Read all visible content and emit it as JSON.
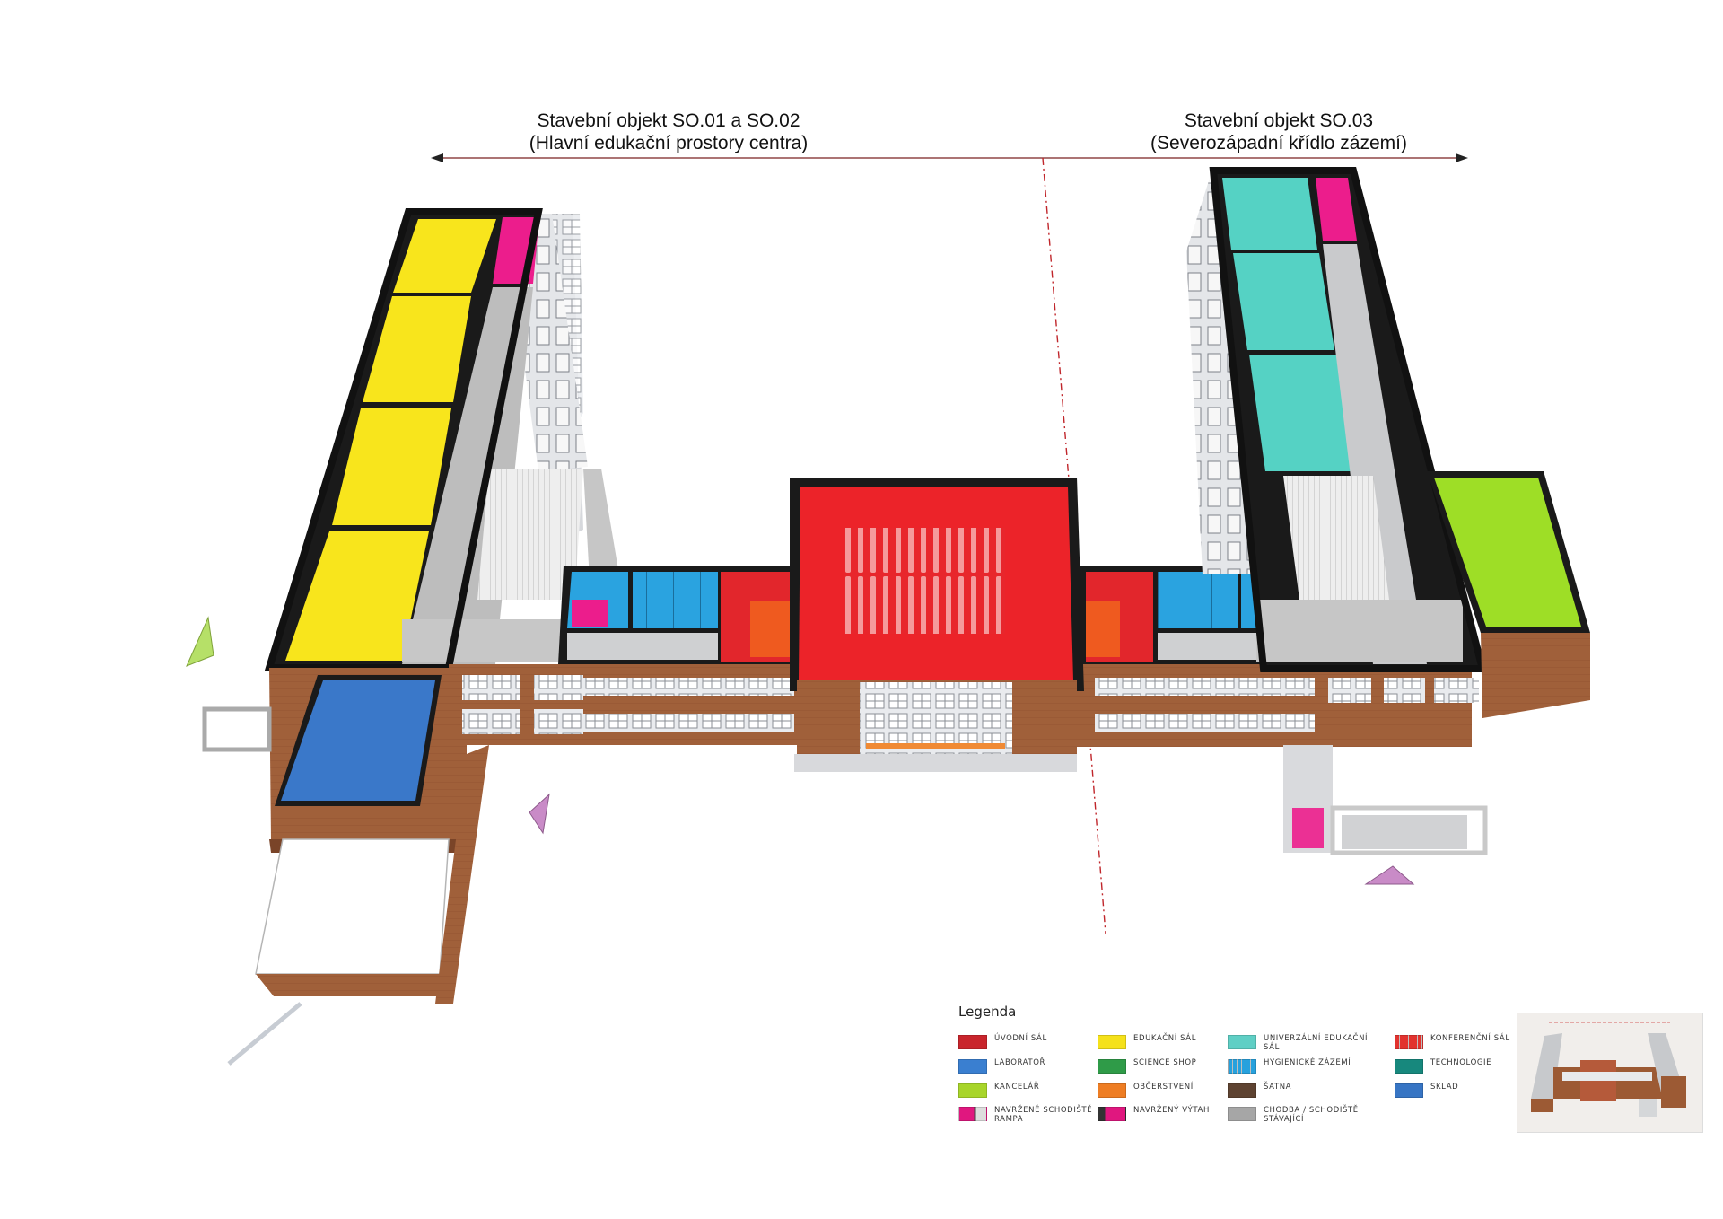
{
  "headers": {
    "left": {
      "line1": "Stavební objekt SO.01 a SO.02",
      "line2": "(Hlavní edukační prostory centra)"
    },
    "right": {
      "line1": "Stavební objekt SO.03",
      "line2": "(Severozápadní křídlo zázemí)"
    }
  },
  "colors": {
    "uvodni_sal": "#e3242b",
    "edukacni_sal": "#fbe920",
    "univerzalni_sal": "#4fd1c0",
    "konferencni_sal": "#e2332f",
    "laborator": "#3d7fd1",
    "science_shop": "#2c9e45",
    "hygienicke_zazemi": "#2aa3e0",
    "technologie": "#148a7e",
    "kancelar": "#a9dc27",
    "obcerstveni": "#f07d22",
    "satna": "#6b4b33",
    "sklad": "#3a78c9",
    "schodiste_rampa": "#e8158c",
    "vytah": "#e8158c",
    "chodba": "#b7b7b7",
    "brick": "#9c5a34",
    "wall": "#1a1a1a"
  },
  "legend": {
    "title": "Legenda",
    "items": [
      {
        "label": "ÚVODNÍ SÁL",
        "color": "#c9252c",
        "icon": "solid-swatch"
      },
      {
        "label": "EDUKAČNÍ SÁL",
        "color": "#f5e11a",
        "icon": "solid-swatch"
      },
      {
        "label": "UNIVERZÁLNÍ EDUKAČNÍ SÁL",
        "color": "#5fcfc5",
        "icon": "solid-swatch"
      },
      {
        "label": "KONFERENČNÍ SÁL",
        "color": "#e2332f",
        "icon": "striped-swatch"
      },
      {
        "label": "LABORATOŘ",
        "color": "#3a7fd0",
        "icon": "solid-swatch"
      },
      {
        "label": "SCIENCE SHOP",
        "color": "#2f9b48",
        "icon": "solid-swatch"
      },
      {
        "label": "HYGIENICKÉ ZÁZEMÍ",
        "color": "#27a1dd",
        "icon": "striped-swatch"
      },
      {
        "label": "TECHNOLOGIE",
        "color": "#17887d",
        "icon": "solid-swatch"
      },
      {
        "label": "KANCELÁŘ",
        "color": "#a8d52a",
        "icon": "solid-swatch"
      },
      {
        "label": "OBČERSTVENÍ",
        "color": "#ee7d23",
        "icon": "solid-swatch"
      },
      {
        "label": "ŠATNA",
        "color": "#5e4331",
        "icon": "solid-swatch"
      },
      {
        "label": "SKLAD",
        "color": "#3775c4",
        "icon": "solid-swatch"
      },
      {
        "label": "NAVRŽENÉ SCHODIŠTĚ\nRAMPA",
        "color": "#e0177f",
        "icon": "stair-swatch"
      },
      {
        "label": "NAVRŽENÝ VÝTAH",
        "color": "#e0177f",
        "icon": "elevator-swatch"
      },
      {
        "label": "CHODBA / SCHODIŠTĚ\nSTÁVAJÍCÍ",
        "color": "#a6a6a6",
        "icon": "solid-swatch"
      }
    ]
  }
}
